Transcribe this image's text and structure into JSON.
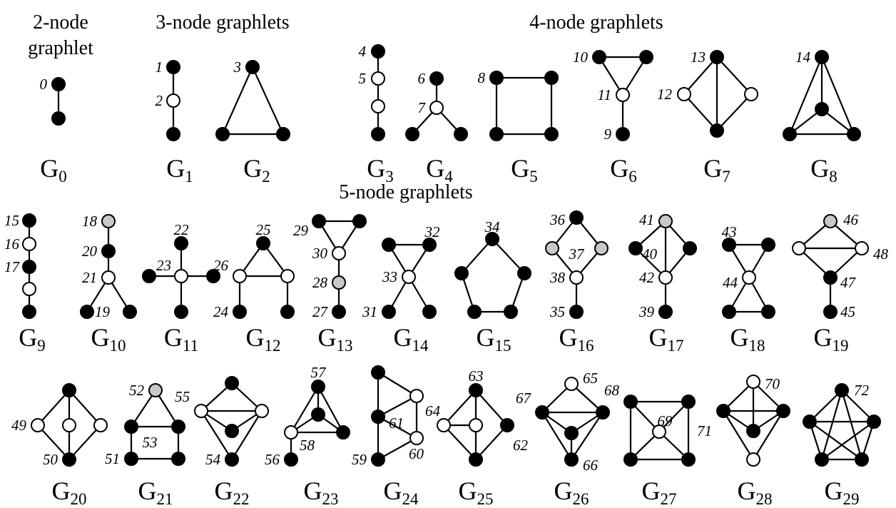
{
  "sections": [
    {
      "id": "s2",
      "lines": [
        "2-node",
        "graphlet"
      ]
    },
    {
      "id": "s3",
      "lines": [
        "3-node graphlets"
      ]
    },
    {
      "id": "s4",
      "lines": [
        "4-node graphlets"
      ]
    },
    {
      "id": "s5",
      "lines": [
        "5-node graphlets"
      ]
    }
  ],
  "graphlet_letter": "G",
  "graphlets": [
    {
      "index": "0"
    },
    {
      "index": "1"
    },
    {
      "index": "2"
    },
    {
      "index": "3"
    },
    {
      "index": "4"
    },
    {
      "index": "5"
    },
    {
      "index": "6"
    },
    {
      "index": "7"
    },
    {
      "index": "8"
    },
    {
      "index": "9"
    },
    {
      "index": "10"
    },
    {
      "index": "11"
    },
    {
      "index": "12"
    },
    {
      "index": "13"
    },
    {
      "index": "14"
    },
    {
      "index": "15"
    },
    {
      "index": "16"
    },
    {
      "index": "17"
    },
    {
      "index": "18"
    },
    {
      "index": "19"
    },
    {
      "index": "20"
    },
    {
      "index": "21"
    },
    {
      "index": "22"
    },
    {
      "index": "23"
    },
    {
      "index": "24"
    },
    {
      "index": "25"
    },
    {
      "index": "26"
    },
    {
      "index": "27"
    },
    {
      "index": "28"
    },
    {
      "index": "29"
    }
  ],
  "orbit_labels": [
    "0",
    "1",
    "2",
    "3",
    "4",
    "5",
    "6",
    "7",
    "8",
    "9",
    "10",
    "11",
    "12",
    "13",
    "14",
    "15",
    "16",
    "17",
    "18",
    "19",
    "20",
    "21",
    "22",
    "23",
    "24",
    "25",
    "26",
    "27",
    "28",
    "29",
    "30",
    "31",
    "32",
    "33",
    "34",
    "35",
    "36",
    "37",
    "38",
    "39",
    "40",
    "41",
    "42",
    "43",
    "44",
    "45",
    "46",
    "47",
    "48",
    "49",
    "50",
    "51",
    "52",
    "53",
    "54",
    "55",
    "56",
    "57",
    "58",
    "59",
    "60",
    "61",
    "62",
    "63",
    "64",
    "65",
    "66",
    "67",
    "68",
    "69",
    "70",
    "71",
    "72"
  ],
  "colors": {
    "node_black": "#000000",
    "node_white": "#ffffff",
    "node_gray": "#c8c8c8",
    "edge": "#000000"
  }
}
